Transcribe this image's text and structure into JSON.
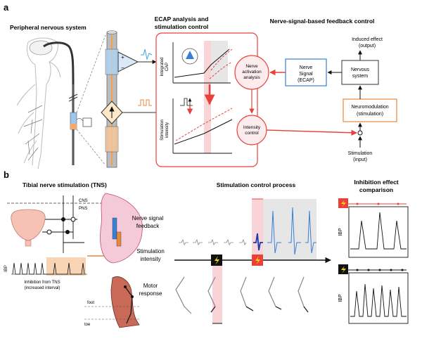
{
  "panel_a": {
    "label": "a",
    "title_pns": "Peripheral nervous system",
    "title_ecap_1": "ECAP analysis and",
    "title_ecap_2": "stimulation control",
    "title_feedback": "Nerve-signal-based feedback control",
    "axis_cap_1": "Integrated",
    "axis_cap_2": "CAP",
    "axis_stim_1": "Stimulation",
    "axis_stim_2": "intensity",
    "nerve_analysis": [
      "Nerve",
      "activation",
      "analysis"
    ],
    "intensity_control": [
      "Intensity",
      "control"
    ],
    "nerve_signal": [
      "Nerve",
      "Signal",
      "(ECAP)"
    ],
    "nervous_system": [
      "Nervous",
      "system"
    ],
    "induced_effect": [
      "Induced effect",
      "(output)"
    ],
    "neuromodulation": [
      "Neuromodulation",
      "(stimulation)"
    ],
    "stimulation_input": [
      "Stimulation",
      "(input)"
    ]
  },
  "panel_b": {
    "label": "b",
    "title_tns": "Tibial nerve stimulation (TNS)",
    "cns": "CNS",
    "pns": "PNS",
    "ibp": "IBP",
    "inhibition_note": [
      "Inhibition from TNS",
      "(increased interval)"
    ],
    "foot": "foot",
    "toe": "toe",
    "title_process": "Stimulation control process",
    "row_nerve": [
      "Nerve signal",
      "feedback"
    ],
    "row_stim": [
      "Stimulation",
      "intensity"
    ],
    "row_motor": [
      "Motor",
      "response"
    ],
    "title_compare": [
      "Inhibition effect",
      "comparison"
    ],
    "ibp_top": "IBP",
    "ibp_bottom": "IBP"
  },
  "colors": {
    "red": "#e8413c",
    "blue": "#3a7fd5",
    "orange": "#e8873a",
    "pink": "#f8d4d6",
    "gray_band": "#e6e6e6"
  }
}
